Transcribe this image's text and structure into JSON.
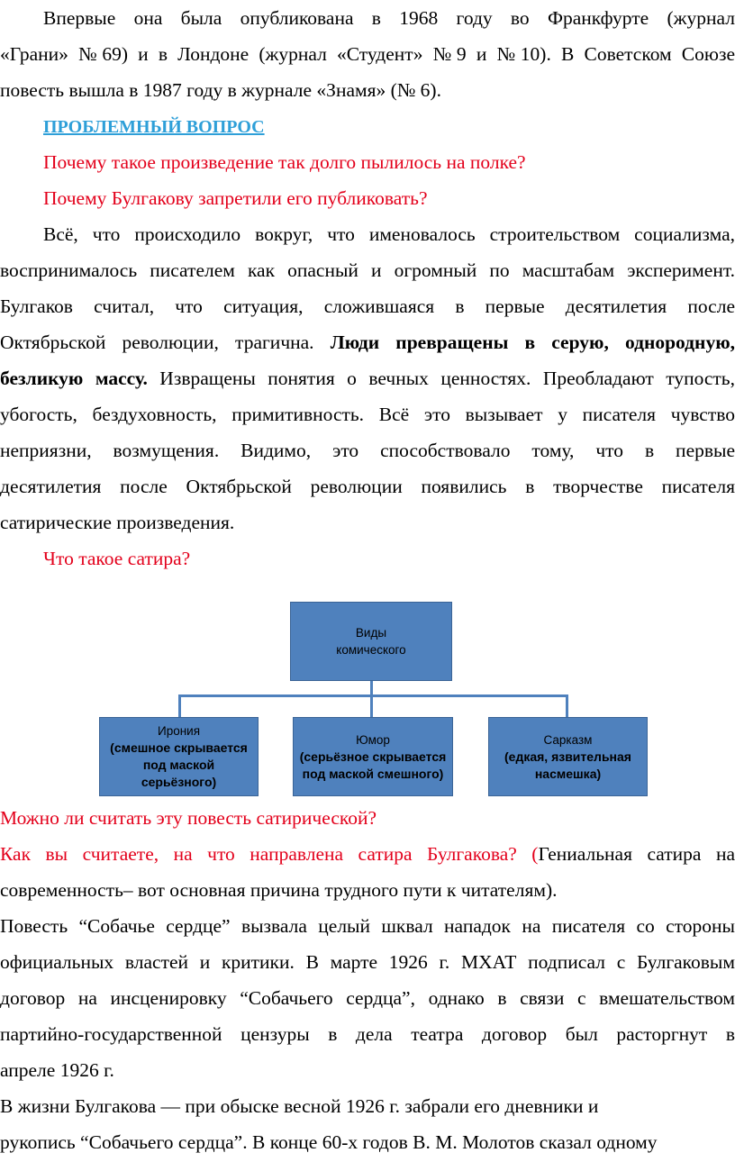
{
  "paragraph1": {
    "line1": "Впервые она  была опубликована в 1968 году во Франкфурте (журнал",
    "line2": "«Грани» №69) и в Лондоне (журнал «Студент» №9 и №10). В Советском Союзе",
    "line3": "повесть вышла в 1987 году в журнале «Знамя» (№ 6)."
  },
  "problem_heading": "ПРОБЛЕМНЫЙ ВОПРОС",
  "question1": "Почему такое произведение так долго пылилось на полке?",
  "question2": "Почему Булгакову запретили его публиковать?",
  "paragraph2": {
    "line1": "Всё, что происходило вокруг, что именовалось строительством социализма,",
    "line2": "воспринималось писателем как опасный и огромный по масштабам эксперимент.",
    "line3": "Булгаков считал, что ситуация, сложившаяся в первые десятилетия после",
    "line4_normal": "Октябрьской революции, трагична. ",
    "line4_bold": "Люди превращены в серую, однородную,",
    "line5_bold": "безликую массу.",
    "line5_normal": " Извращены понятия о вечных ценностях. Преобладают тупость,",
    "line6": "убогость, бездуховность, примитивность. Всё это вызывает у писателя чувство",
    "line7": "неприязни, возмущения. Видимо, это способствовало тому, что в первые",
    "line8": "десятилетия после Октябрьской революции появились  в творчестве писателя",
    "line9": "сатирические произведения."
  },
  "question3": "Что такое сатира?",
  "diagram": {
    "root": {
      "line1": "Виды",
      "line2": "комического"
    },
    "children": [
      {
        "title": "Ирония",
        "desc": "(смешное скрывается\nпод маской\nсерьёзного)"
      },
      {
        "title": "Юмор",
        "desc": "(серьёзное скрывается\nпод маской смешного)"
      },
      {
        "title": "Сарказм",
        "desc": "(едкая, язвительная\nнасмешка)"
      }
    ],
    "color": "#4f81bd"
  },
  "question4": "Можно ли считать эту повесть сатирической?",
  "question5": {
    "red": "Как вы считаете, на что направлена сатира Булгакова? (",
    "black": "Гениальная сатира на",
    "line2": "современность– вот основная причина трудного пути к читателям)."
  },
  "paragraph3": {
    "line1": " Повесть “Собачье сердце”  вызвала целый шквал нападок на писателя со стороны",
    "line2": "официальных властей и критики. В марте 1926 г. МХАТ подписал с Булгаковым",
    "line3": "договор на инсценировку “Собачьего сердца”, однако в связи с вмешательством",
    "line4": "партийно-государственной цензуры в дела театра договор был расторгнут в",
    "line5": "апреле 1926 г."
  },
  "paragraph4": {
    "line1": "В жизни Булгакова — при обыске весной 1926 г. забрали его дневники и",
    "line2": "рукопись “Собачьего сердца”. В конце 60-х годов В. М. Молотов сказал одному"
  },
  "colors": {
    "red": "#e3001b",
    "heading": "#2e9fd8"
  }
}
